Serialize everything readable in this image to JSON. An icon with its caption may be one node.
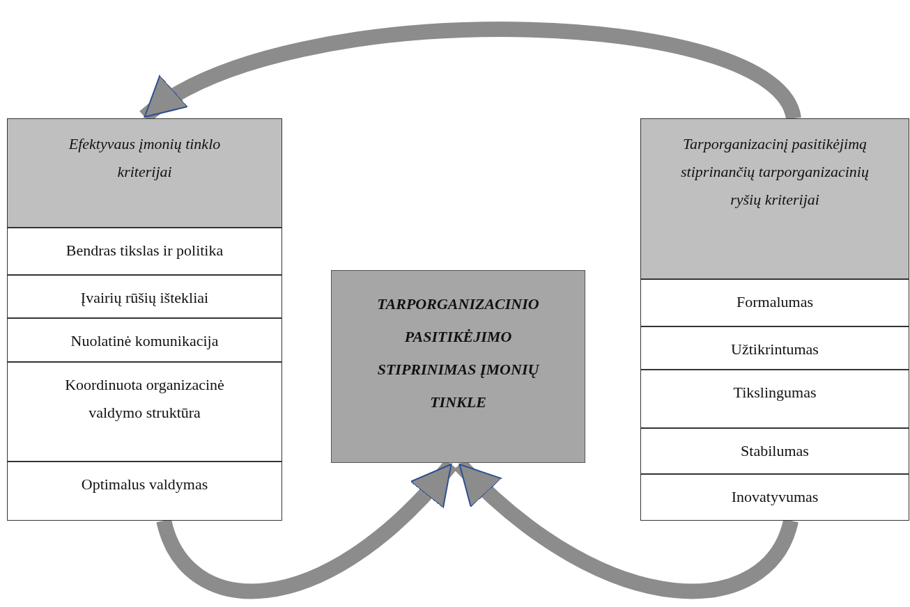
{
  "diagram": {
    "nodes": [
      {
        "text": [
          "Efektyvaus įmonių tinklo kriterijai"
        ]
      },
      {
        "text": [
          "Bendras tikslas ir politika"
        ]
      },
      {
        "text": [
          "Įvairių rūšių ištekliai"
        ]
      },
      {
        "text": [
          "Nuolatinė komunikacija"
        ]
      },
      {
        "text": [
          "Koordinuota organizacinė valdymo struktūra"
        ]
      },
      {
        "text": [
          "Optimalus valdymas"
        ]
      },
      {
        "text": [
          "TARPORGANIZACINIO PASITIKĖJIMO STIPRINIMAS ĮMONIŲ TINKLE"
        ]
      },
      {
        "text": [
          "Tarporganizacinį pasitikėjimą stiprinančių tarporganizacinių ryšių kriterijai"
        ]
      },
      {
        "text": [
          "Formalumas"
        ]
      },
      {
        "text": [
          "Užtikrintumas"
        ]
      },
      {
        "text": [
          "Tikslingumas"
        ]
      },
      {
        "text": [
          "Stabilumas"
        ]
      },
      {
        "text": [
          "Inovatyvumas"
        ]
      }
    ],
    "edges": [
      {
        "from": 7,
        "to": 0,
        "arrow": "to"
      },
      {
        "from": 5,
        "to": 6,
        "arrow": "to"
      },
      {
        "from": 12,
        "to": 6,
        "arrow": "to"
      }
    ]
  }
}
